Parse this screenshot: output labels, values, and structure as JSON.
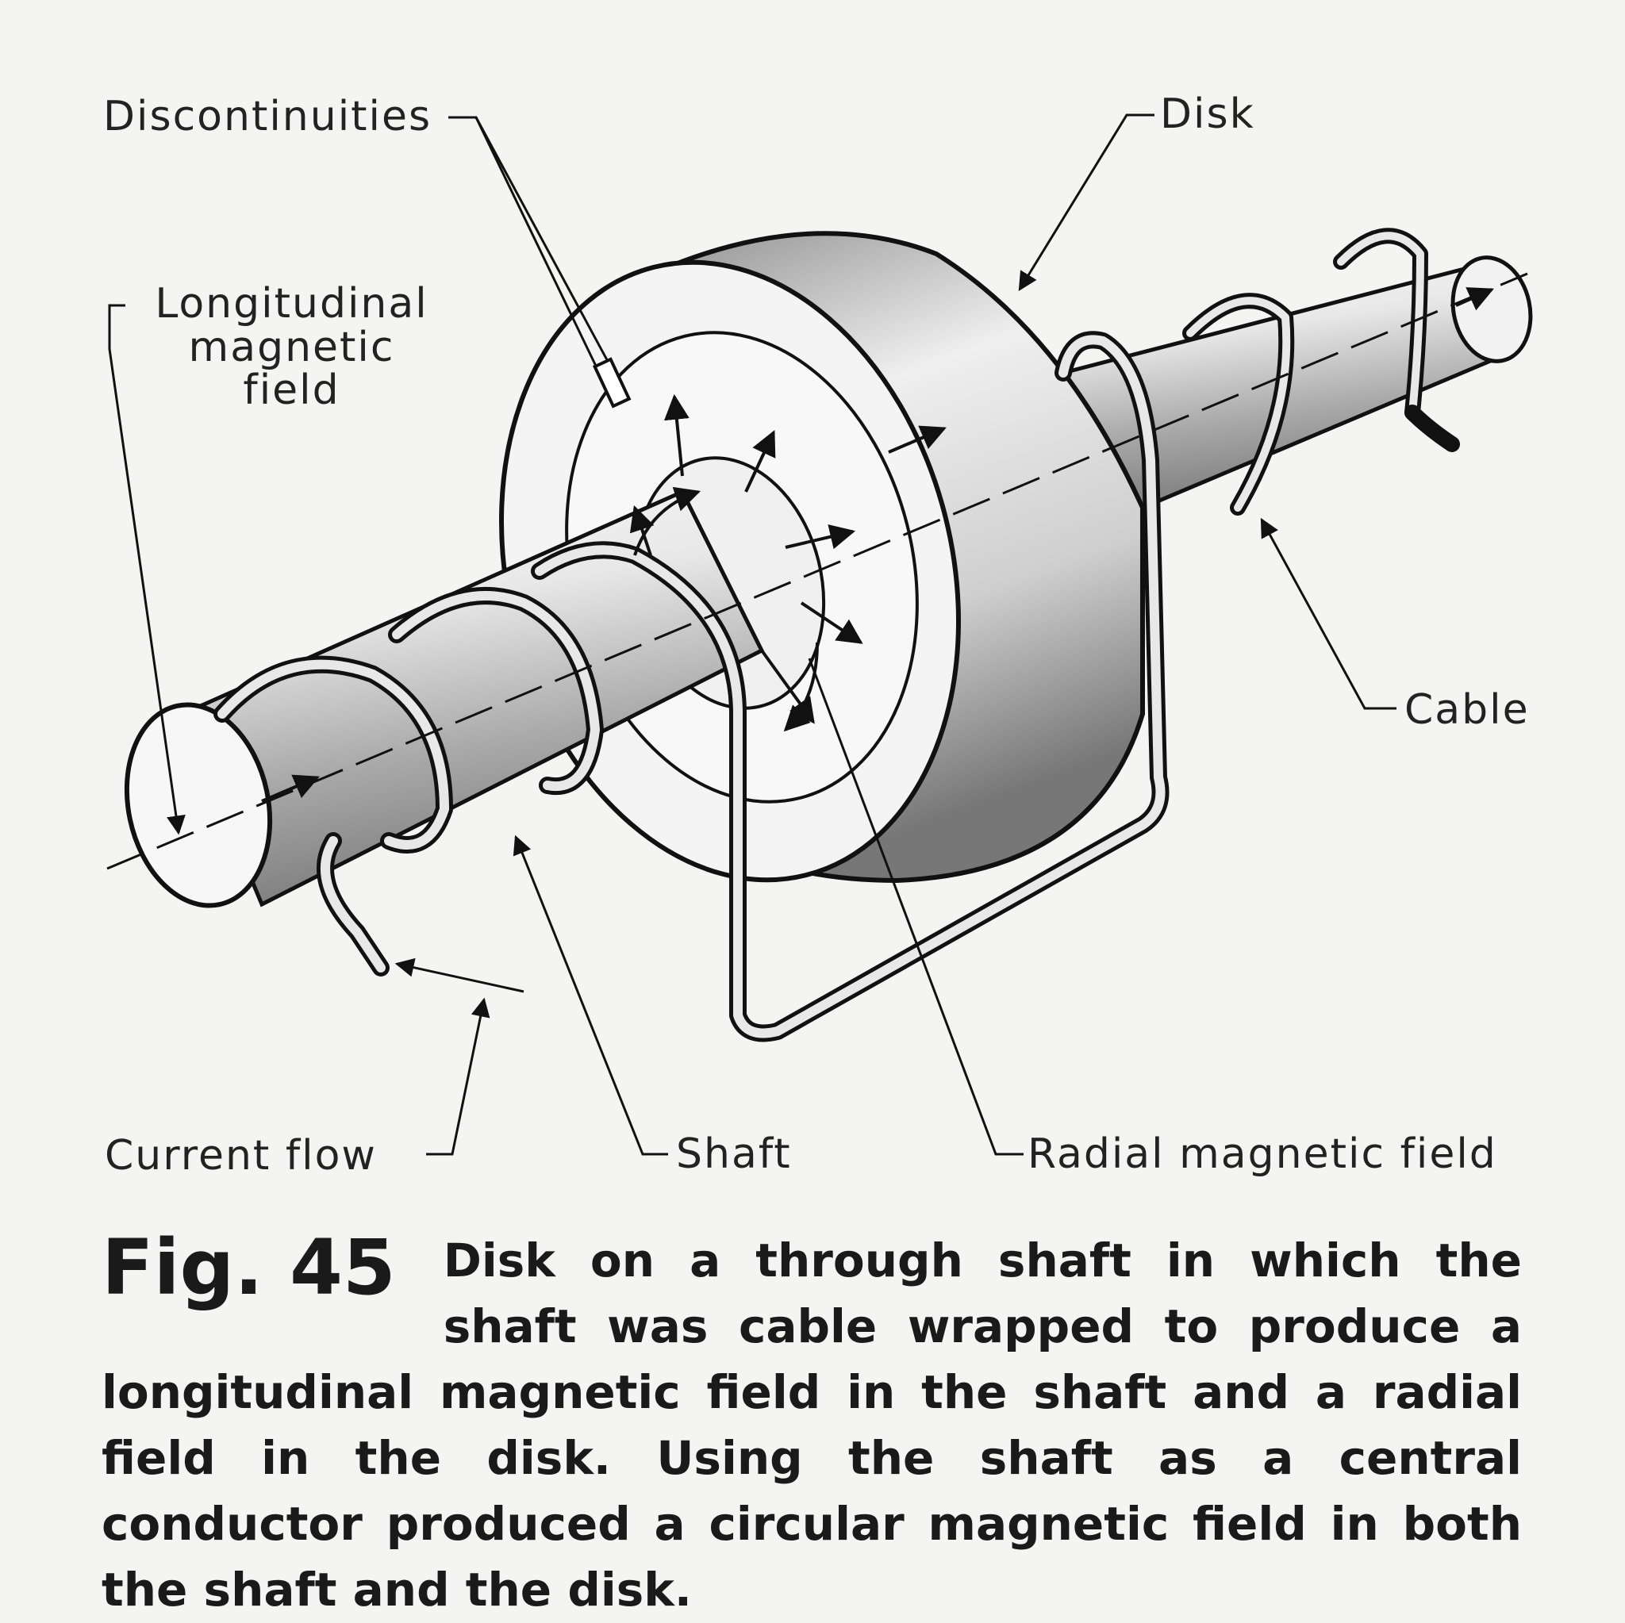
{
  "labels": {
    "discontinuities": "Discontinuities",
    "disk": "Disk",
    "longitudinal": "Longitudinal\nmagnetic\nfield",
    "cable": "Cable",
    "current_flow": "Current flow",
    "shaft": "Shaft",
    "radial": "Radial magnetic field"
  },
  "caption": {
    "fig_label": "Fig. 45",
    "text": "Disk on a through shaft in which the shaft was cable wrapped to produce a longitudinal magnetic field in the shaft and a radial field in the disk. Using the shaft as a central conductor produced a circular magnetic field in both the shaft and the disk."
  }
}
